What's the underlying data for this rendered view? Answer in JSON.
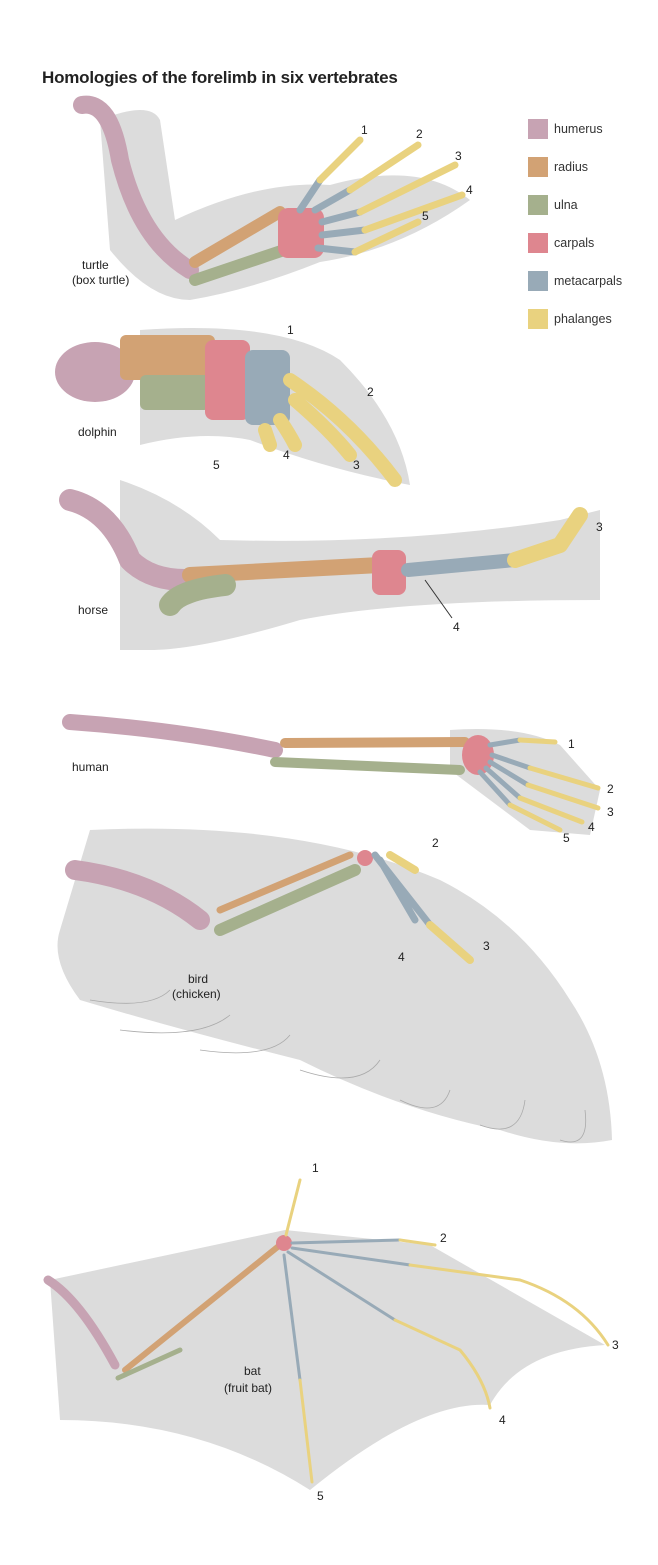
{
  "title": "Homologies of the forelimb in six vertebrates",
  "legend": [
    {
      "label": "humerus",
      "color": "#c7a3b3"
    },
    {
      "label": "radius",
      "color": "#d2a274"
    },
    {
      "label": "ulna",
      "color": "#a5b08d"
    },
    {
      "label": "carpals",
      "color": "#de868f"
    },
    {
      "label": "metacarpals",
      "color": "#98aab7"
    },
    {
      "label": "phalanges",
      "color": "#e9d27f"
    }
  ],
  "animals": {
    "turtle": {
      "name": "turtle",
      "sub": "(box turtle)",
      "digits": [
        "1",
        "2",
        "3",
        "4",
        "5"
      ]
    },
    "dolphin": {
      "name": "dolphin",
      "digits": [
        "1",
        "2",
        "3",
        "4",
        "5"
      ]
    },
    "horse": {
      "name": "horse",
      "digits": [
        "3",
        "4"
      ]
    },
    "human": {
      "name": "human",
      "digits": [
        "1",
        "2",
        "3",
        "4",
        "5"
      ]
    },
    "bird": {
      "name": "bird",
      "sub": "(chicken)",
      "digits": [
        "2",
        "3",
        "4"
      ]
    },
    "bat": {
      "name": "bat",
      "sub": "(fruit bat)",
      "digits": [
        "1",
        "2",
        "3",
        "4",
        "5"
      ]
    }
  }
}
